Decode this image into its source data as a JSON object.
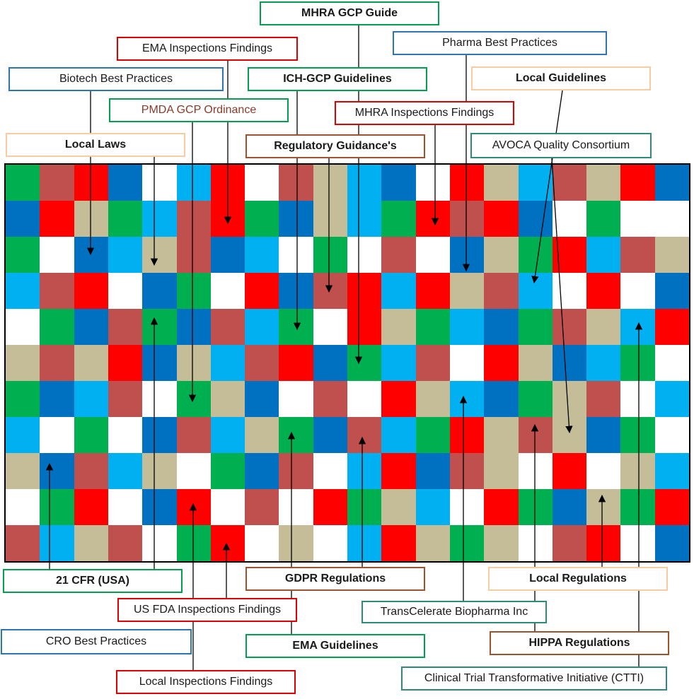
{
  "colors": {
    "G": "#00b050",
    "R": "#ff0000",
    "M": "#c0504d",
    "B": "#0070c0",
    "L": "#00b0f0",
    "T": "#c4bd97",
    "W": "#ffffff",
    "border_red": "#e00000",
    "border_green": "#00a050",
    "border_blue": "#2e75b6",
    "border_tan": "#f8cba0",
    "border_brown": "#a0522d",
    "border_teal": "#2e8b7a"
  },
  "grid": {
    "rows": [
      "GMRBWLRWMTLBWRTLMTRB",
      "BRTGLMRGBTLGRMRBWGW",
      "GWBLTMBLWGWMWBTGRLMT",
      "LMRWBGWRBMRLRTMLWRWB",
      "WGBMGBMLGWRTGLBGMTLR",
      "TMTRBTLMRBGLMWRTBLGW",
      "GBLMWGTBWMWRTLBGTMWL",
      "LWGWBMLTGBMLGRTMTBGW",
      "TBMLTWGBMWLRBMTWRWTL",
      "WGRWBRWMWRGTLWRGBTGR",
      "MLTMWGRWTWLRTGTWMRWB"
    ]
  },
  "labels": [
    {
      "id": "mhra-gcp-guide",
      "text": "MHRA GCP Guide",
      "bold": true,
      "border": "border_green"
    },
    {
      "id": "ema-inspections-findings",
      "text": "EMA Inspections Findings",
      "bold": false,
      "border": "border_red"
    },
    {
      "id": "pharma-best-practices",
      "text": "Pharma Best Practices",
      "bold": false,
      "border": "border_blue"
    },
    {
      "id": "biotech-best-practices",
      "text": "Biotech Best Practices",
      "bold": false,
      "border": "border_blue"
    },
    {
      "id": "ich-gcp-guidelines",
      "text": "ICH-GCP Guidelines",
      "bold": true,
      "border": "border_green"
    },
    {
      "id": "local-guidelines",
      "text": "Local Guidelines",
      "bold": true,
      "border": "border_tan"
    },
    {
      "id": "pmda-gcp-ordinance",
      "text": "PMDA GCP Ordinance",
      "bold": false,
      "border": "border_green",
      "color": "#8b3a2a"
    },
    {
      "id": "mhra-inspections-findings",
      "text": "MHRA Inspections Findings",
      "bold": false,
      "border": "border_red"
    },
    {
      "id": "local-laws",
      "text": "Local Laws",
      "bold": true,
      "border": "border_tan"
    },
    {
      "id": "regulatory-guidances",
      "text": "Regulatory Guidance's",
      "bold": true,
      "border": "border_brown"
    },
    {
      "id": "avoca-quality-consortium",
      "text": "AVOCA Quality Consortium",
      "bold": false,
      "border": "border_teal"
    },
    {
      "id": "21-cfr-usa",
      "text": "21 CFR (USA)",
      "bold": true,
      "border": "border_green"
    },
    {
      "id": "gdpr-regulations",
      "text": "GDPR Regulations",
      "bold": true,
      "border": "border_brown"
    },
    {
      "id": "local-regulations",
      "text": "Local Regulations",
      "bold": true,
      "border": "border_tan"
    },
    {
      "id": "us-fda-inspections-findings",
      "text": "US FDA Inspections Findings",
      "bold": false,
      "border": "border_red"
    },
    {
      "id": "transcelerate-biopharma",
      "text": "TransCelerate Biopharma Inc",
      "bold": false,
      "border": "border_teal"
    },
    {
      "id": "cro-best-practices",
      "text": "CRO Best Practices",
      "bold": false,
      "border": "border_blue"
    },
    {
      "id": "ema-guidelines",
      "text": "EMA Guidelines",
      "bold": true,
      "border": "border_green"
    },
    {
      "id": "hippa-regulations",
      "text": "HIPPA Regulations",
      "bold": true,
      "border": "border_brown"
    },
    {
      "id": "local-inspections-findings",
      "text": "Local Inspections Findings",
      "bold": false,
      "border": "border_red"
    },
    {
      "id": "ctti",
      "text": "Clinical Trial Transformative Initiative (CTTI)",
      "bold": false,
      "border": "border_teal"
    }
  ]
}
